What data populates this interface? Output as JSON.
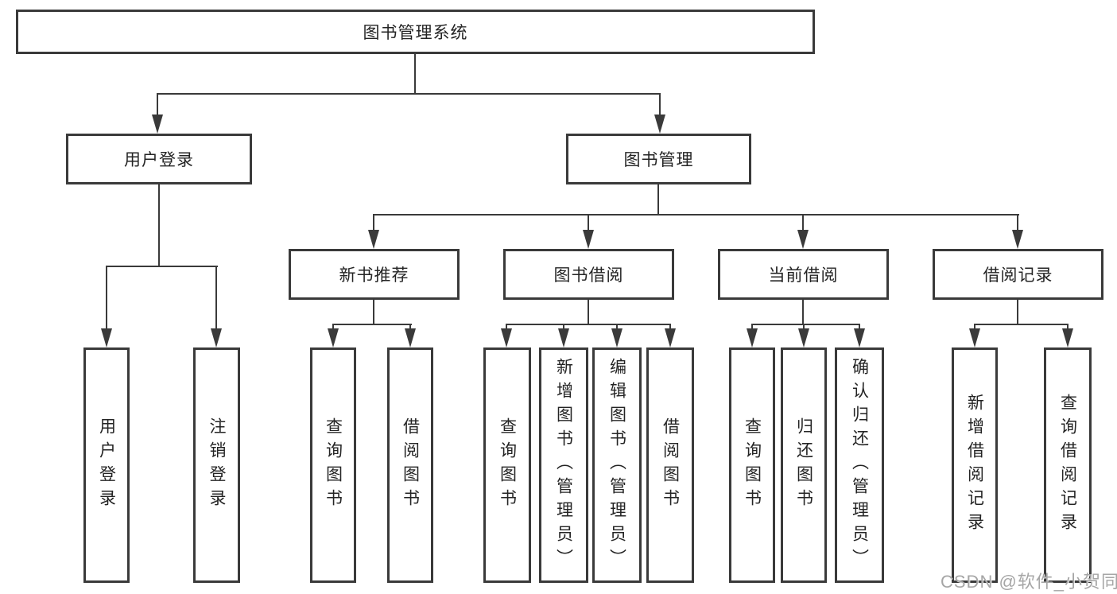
{
  "nodes": {
    "root": {
      "label": "图书管理系统"
    },
    "level2": [
      {
        "label": "用户登录"
      },
      {
        "label": "图书管理"
      }
    ],
    "level3": [
      {
        "label": "新书推荐"
      },
      {
        "label": "图书借阅"
      },
      {
        "label": "当前借阅"
      },
      {
        "label": "借阅记录"
      }
    ],
    "leaves": [
      {
        "label": "用户登录"
      },
      {
        "label": "注销登录"
      },
      {
        "label": "查询图书"
      },
      {
        "label": "借阅图书"
      },
      {
        "label": "查询图书"
      },
      {
        "label": "新增图书（管理员）"
      },
      {
        "label": "编辑图书（管理员）"
      },
      {
        "label": "借阅图书"
      },
      {
        "label": "查询图书"
      },
      {
        "label": "归还图书"
      },
      {
        "label": "确认归还（管理员）"
      },
      {
        "label": "新增借阅记录"
      },
      {
        "label": "查询借阅记录"
      }
    ]
  },
  "watermark": {
    "text": "CSDN @软件_小贺同学"
  },
  "colors": {
    "line": "#3a3a3a",
    "text": "#242424",
    "watermark": "#a6a6a6",
    "background": "#ffffff"
  }
}
